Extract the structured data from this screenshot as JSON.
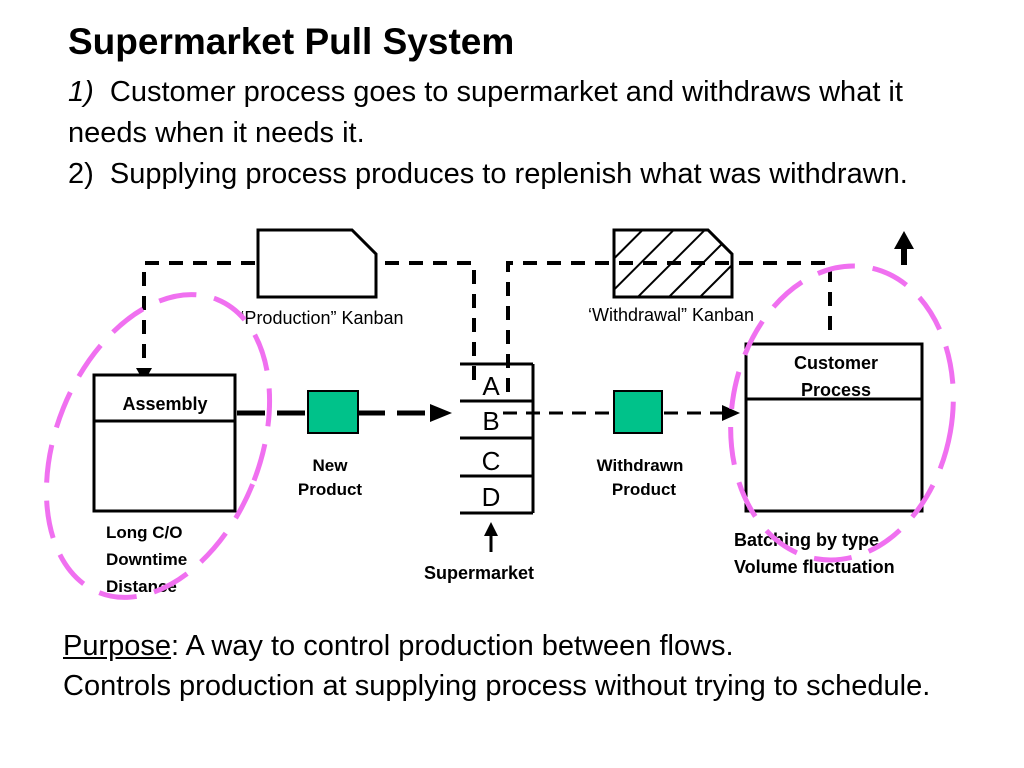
{
  "title": "Supermarket Pull System",
  "steps": [
    {
      "num": "1)",
      "text": "Customer process goes to supermarket and withdraws what it needs when it needs it."
    },
    {
      "num": "2)",
      "text": "Supplying process produces to replenish what was withdrawn."
    }
  ],
  "diagram": {
    "production_kanban_label": "‘Production” Kanban",
    "withdrawal_kanban_label": "‘Withdrawal” Kanban",
    "assembly_label": "Assembly",
    "customer_process_line1": "Customer",
    "customer_process_line2": "Process",
    "supermarket_slots": [
      "A",
      "B",
      "C",
      "D"
    ],
    "supermarket_label": "Supermarket",
    "new_product_line1": "New",
    "new_product_line2": "Product",
    "withdrawn_product_line1": "Withdrawn",
    "withdrawn_product_line2": "Product",
    "assembly_issues": [
      "Long C/O",
      "Downtime",
      "Distance"
    ],
    "customer_issues": [
      "Batching by type",
      "Volume fluctuation"
    ],
    "colors": {
      "product": "#00c28a",
      "highlight": "#f070f0"
    }
  },
  "footer": {
    "purpose_word": "Purpose",
    "purpose_rest": ":  A way to control production between flows.",
    "line2": "Controls production at supplying process without trying to schedule."
  }
}
